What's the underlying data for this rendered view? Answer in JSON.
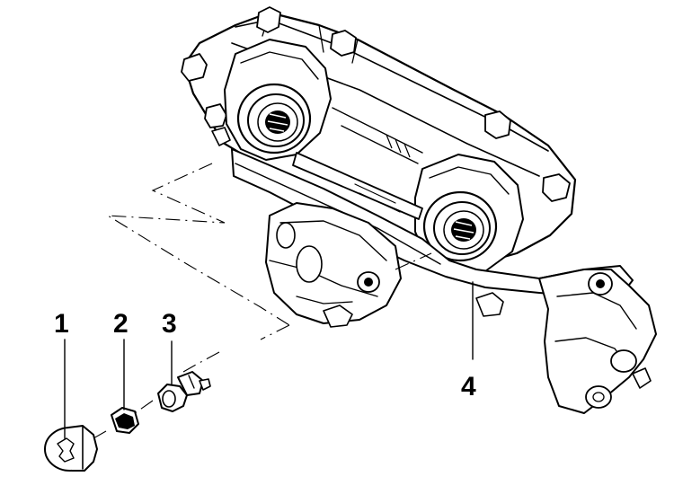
{
  "figure": {
    "callouts": [
      {
        "label": "1"
      },
      {
        "label": "2"
      },
      {
        "label": "3"
      },
      {
        "label": "4"
      }
    ]
  }
}
